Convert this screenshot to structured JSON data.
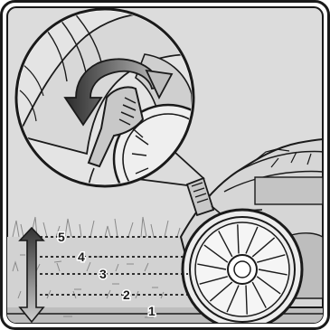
{
  "figure": {
    "levels": [
      {
        "label": "5"
      },
      {
        "label": "4"
      },
      {
        "label": "3"
      },
      {
        "label": "2"
      },
      {
        "label": "1"
      }
    ]
  },
  "colors": {
    "background": "#dcdcdc",
    "frame": "#1a1a1a",
    "line": "#1a1a1a",
    "arrow_gradient_top": "#333333",
    "arrow_gradient_bottom": "#cfcfcf",
    "lever_fill": "#c8c8c8"
  }
}
